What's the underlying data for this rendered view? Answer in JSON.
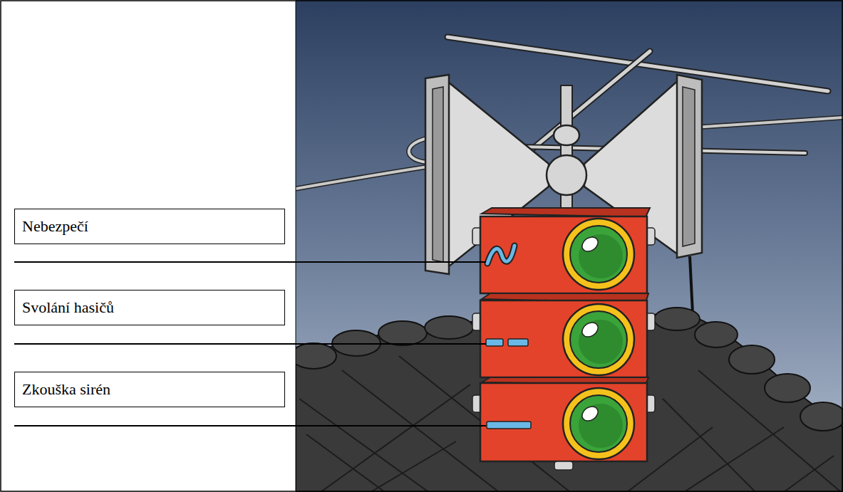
{
  "diagram": {
    "nodes": [
      {
        "text": [
          "Nebezpečí"
        ]
      },
      {
        "text": [
          "Svolání hasičů"
        ]
      },
      {
        "text": [
          "Zkouška sirén"
        ]
      }
    ]
  }
}
